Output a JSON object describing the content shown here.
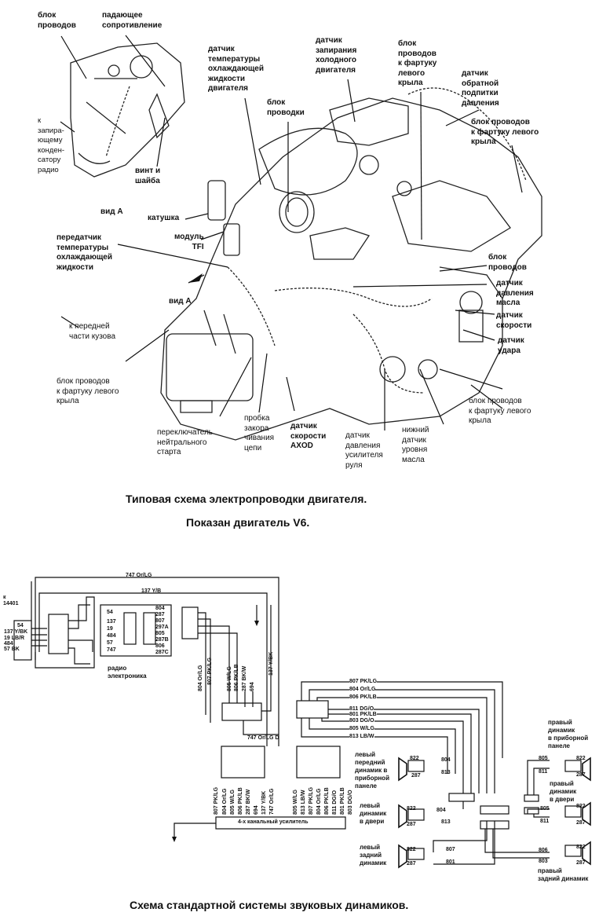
{
  "engine_diagram": {
    "caption_line1": "Типовая схема электропроводки двигателя.",
    "caption_line2": "Показан двигатель V6.",
    "labels": {
      "wire_block_top_left": "блок\nпроводов",
      "drop_resistor": "падающее\nсопротивление",
      "to_radio_capacitor": "к\nзапира-\nющему\nконден-\nсатору\nрадио",
      "screw_washer": "винт и\nшайба",
      "coolant_temp_sensor": "датчик\nтемпературы\nохлаждающей\nжидкости\nдвигателя",
      "wiring_block": "блок\nпроводки",
      "cold_engine_lock_sensor": "датчик\nзапирания\nхолодного\nдвигателя",
      "wire_block_left_fender_top": "блок\nпроводов\nк фартуку\nлевого\nкрыла",
      "pressure_feedback_sensor": "датчик\nобратной\nподпитки\nдавления",
      "wire_block_left_fender_right": "блок проводов\nк фартуку левого\nкрыла",
      "view_a_top": "вид А",
      "coil": "катушка",
      "tfi_module": "модуль\nTFI",
      "coolant_temp_sender": "передатчик\nтемпературы\nохлаждающей\nжидкости",
      "view_a_arrow": "вид А",
      "to_front_body": "к передней\nчасти кузова",
      "wire_block_right": "блок\nпроводов",
      "oil_pressure_sensor": "датчик\nдавления\nмасла",
      "speed_sensor": "датчик\nскорости",
      "knock_sensor": "датчик\nудара",
      "wire_block_left_fender_bottom_left": "блок проводов\nк фартуку левого\nкрыла",
      "wire_block_left_fender_bottom_right": "блок проводов\nк фартуку левого\nкрыла",
      "neutral_start_switch": "переключатель\nнейтрального\nстарта",
      "lockup_plug": "пробка\nзакора-\nчивания\nцепи",
      "axod_speed_sensor": "датчик\nскорости\nAXOD",
      "power_steering_pressure_sensor": "датчик\nдавления\nусилителя\nруля",
      "low_oil_level_sensor": "нижний\nдатчик\nуровня\nмасла"
    }
  },
  "speaker_diagram": {
    "caption": "Схема стандартной системы звуковых динамиков.",
    "top_wires": [
      "747 Or/LG",
      "137 Y/B"
    ],
    "connector_ref": "к\n14401",
    "left_connector_pins": [
      "54",
      "137 Y/BK",
      "19 LB/R",
      "484",
      "57 BK"
    ],
    "radio": {
      "label": "радио\nэлектроника",
      "left_pins": [
        "54",
        "137",
        "19",
        "484",
        "57",
        "747"
      ],
      "right_pins": [
        "804",
        "287",
        "807",
        "297A",
        "805",
        "287B",
        "806",
        "287C"
      ]
    },
    "mid_vertical_wires": [
      "804 Or/LG",
      "807 PK/LG",
      "805 W/LG",
      "806 PK/LB",
      "287 BK/W",
      "694",
      "137 Y/BK"
    ],
    "mid_bottom_wire": "747 Or/LG D",
    "right_harness_wires_top": [
      "807 PK/LG",
      "804 Or/LG",
      "806 PK/LB"
    ],
    "right_harness_wires_bottom": [
      "811 DG/O",
      "801 PK/LB",
      "803 DG/O",
      "805 W/LG",
      "813 LB/W"
    ],
    "amp_left_wires": [
      "807 PK/LG",
      "804 Or/LG",
      "805 W/LG",
      "806 PK/LB",
      "287 BK/W",
      "694",
      "137 Y/BK",
      "747 Or/LG"
    ],
    "amp_right_wires": [
      "805 W/LG",
      "813 LB/W",
      "807 PK/LG",
      "804 Or/LG",
      "806 PK/LB",
      "811 DG/O",
      "801 PK/LB",
      "803 DG/O"
    ],
    "amplifier": "4-х канальный усилитель",
    "speakers": [
      {
        "label": "левый\nпередний\nдинамик в\nприборной\nпанеле",
        "pins": [
          "822",
          "287"
        ],
        "wires": [
          "804",
          "813"
        ]
      },
      {
        "label": "левый\nдинамик\nв двери",
        "pins": [
          "822",
          "287"
        ],
        "wires": [
          "804",
          "813"
        ]
      },
      {
        "label": "левый\nзадний\nдинамик",
        "pins": [
          "822",
          "287"
        ],
        "wires": [
          "807",
          "801"
        ]
      },
      {
        "label": "правый\nдинамик\nв приборной\nпанеле",
        "pins": [
          "822",
          "287"
        ],
        "wires": [
          "805",
          "811"
        ]
      },
      {
        "label": "правый\nдинамик\nв двери",
        "pins": [
          "822",
          "287"
        ],
        "wires": [
          "805",
          "811"
        ]
      },
      {
        "label": "правый\nзадний динамик",
        "pins": [
          "822",
          "287"
        ],
        "wires": [
          "806",
          "803"
        ]
      }
    ]
  }
}
